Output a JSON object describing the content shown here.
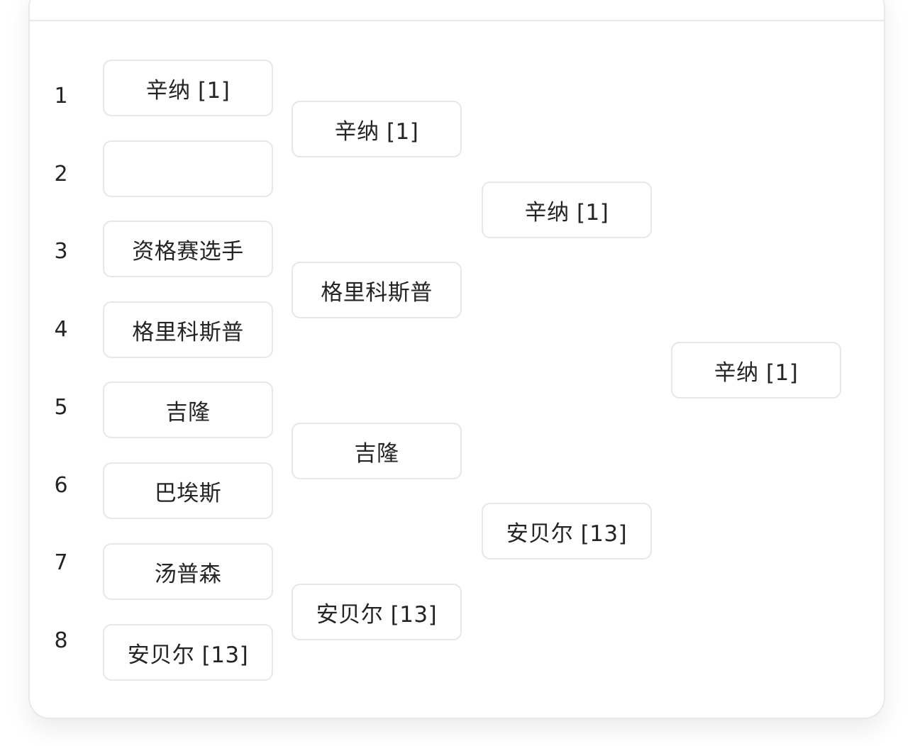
{
  "bracket": {
    "seeds": [
      "1",
      "2",
      "3",
      "4",
      "5",
      "6",
      "7",
      "8"
    ],
    "round1": [
      "辛纳 [1]",
      "",
      "资格赛选手",
      "格里科斯普",
      "吉隆",
      "巴埃斯",
      "汤普森",
      "安贝尔 [13]"
    ],
    "round2": [
      "辛纳 [1]",
      "格里科斯普",
      "吉隆",
      "安贝尔 [13]"
    ],
    "round3": [
      "辛纳 [1]",
      "安贝尔 [13]"
    ],
    "round4": [
      "辛纳 [1]"
    ]
  }
}
